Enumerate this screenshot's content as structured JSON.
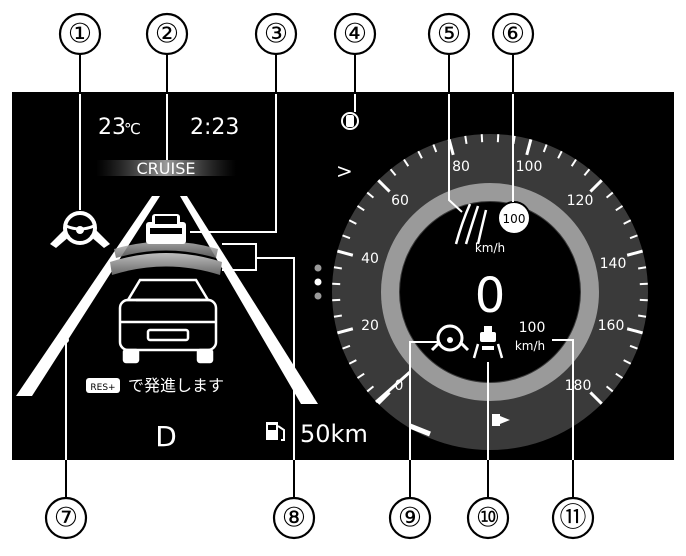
{
  "cluster": {
    "temperature_value": "23",
    "temperature_unit": "℃",
    "clock": "2:23",
    "cruise_label": "CRUISE",
    "res_badge": "RES+",
    "start_message": "で発進します",
    "gear": "D",
    "range_value": "50km",
    "speed_value": "0",
    "speedo_ticks": [
      "0",
      "20",
      "40",
      "60",
      "80",
      "100",
      "120",
      "140",
      "160",
      "180"
    ],
    "speed_sign_value": "100",
    "speed_sign_unit": "km/h",
    "set_speed_value": "100",
    "set_speed_unit": "km/h",
    "chevron": ">"
  },
  "callouts": [
    "①",
    "②",
    "③",
    "④",
    "⑤",
    "⑥",
    "⑦",
    "⑧",
    "⑨",
    "⑩",
    "⑪"
  ],
  "colors": {
    "panel": "#000000",
    "white": "#ffffff",
    "gauge_ring": "#8a8a8a",
    "gauge_face": "#3a3a3a",
    "road_band": "#9a9a9a"
  },
  "icons": [
    "steering-assist-icon",
    "cruise-indicator",
    "lead-vehicle-icon",
    "driver-attention-icon",
    "traffic-sign-icon",
    "lane-line",
    "following-distance-bars",
    "steering-status-icon",
    "vehicle-ahead-icon",
    "fuel-pump-icon"
  ]
}
